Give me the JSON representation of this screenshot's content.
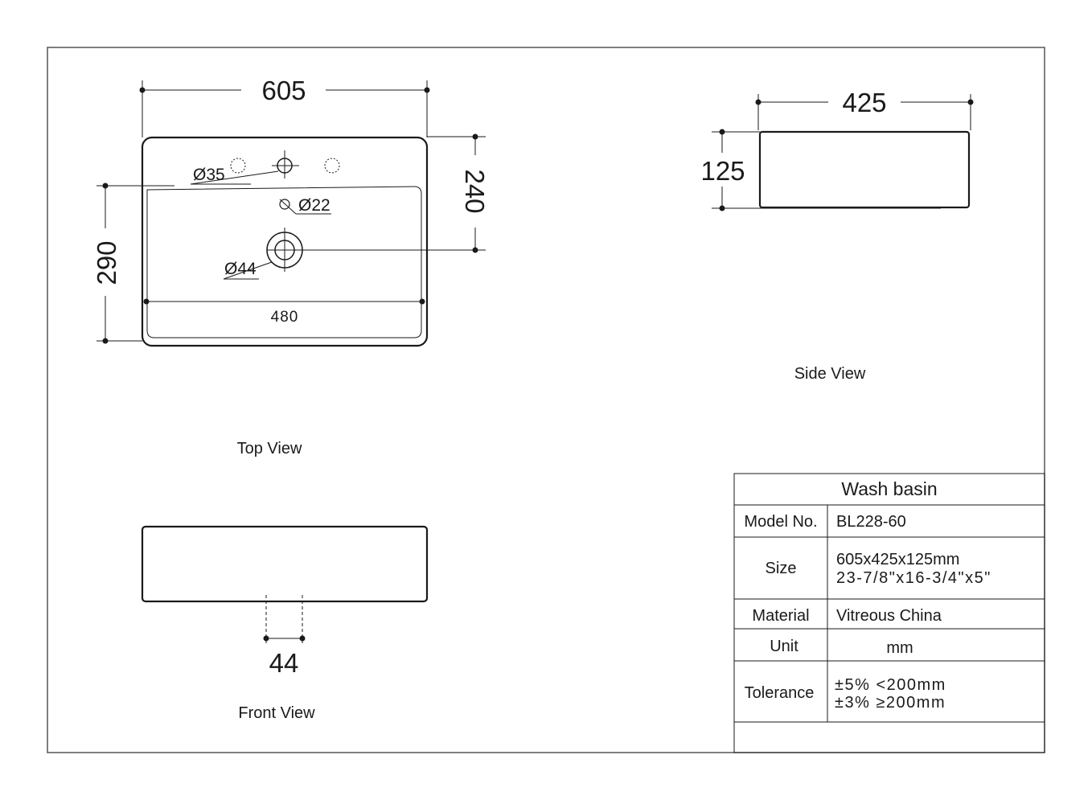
{
  "top_view": {
    "label": "Top View",
    "width_dim": "605",
    "depth_dim": "290",
    "bowl_dim": "240",
    "inner_width_dim": "480",
    "tap_hole_dim": "Ø35",
    "overflow_dim": "Ø22",
    "drain_dim": "Ø44"
  },
  "side_view": {
    "label": "Side View",
    "depth_dim": "425",
    "height_dim": "125"
  },
  "front_view": {
    "label": "Front View",
    "drain_dim": "44"
  },
  "spec_table": {
    "title": "Wash basin",
    "rows": [
      {
        "label": "Model No.",
        "values": [
          "BL228-60"
        ]
      },
      {
        "label": "Size",
        "values": [
          "605x425x125mm",
          "23-7/8\"x16-3/4\"x5\""
        ]
      },
      {
        "label": "Material",
        "values": [
          "Vitreous China"
        ]
      },
      {
        "label": "Unit",
        "values": [
          "mm"
        ]
      },
      {
        "label": "Tolerance",
        "values": [
          "±5% <200mm",
          "±3% ≥200mm"
        ]
      }
    ]
  }
}
